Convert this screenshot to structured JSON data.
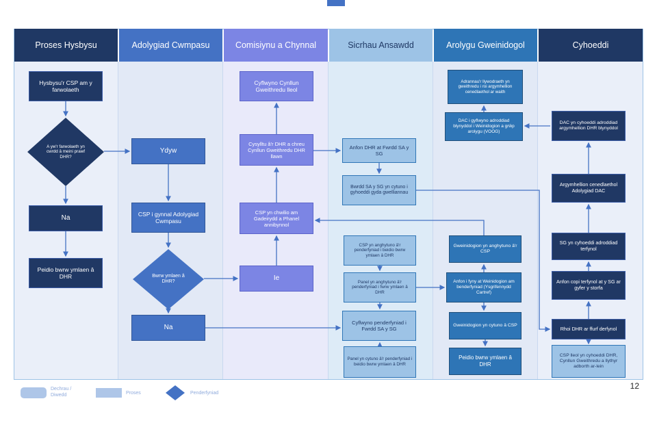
{
  "page": {
    "number": "12"
  },
  "colors": {
    "navy": "#1F3864",
    "blue": "#4472C4",
    "periwinkle": "#7C85E4",
    "light_blue": "#9DC3E6",
    "medium_blue": "#2E75B6",
    "arrow": "#4472C4"
  },
  "lanes": [
    {
      "label": "Proses Hysbysu"
    },
    {
      "label": "Adolygiad Cwmpasu"
    },
    {
      "label": "Comisiynu a Chynnal"
    },
    {
      "label": "Sicrhau Ansawdd"
    },
    {
      "label": "Arolygu Gweinidogol"
    },
    {
      "label": "Cyhoeddi"
    }
  ],
  "nodes": {
    "notify_csp": "Hysbysu'r CSP am y farwolaeth",
    "meets_criteria": "A yw'r farwolaeth yn cwrdd â meini prawf DHR?",
    "na1": "Na",
    "no_dhr1": "Peidio bwrw ymlaen â DHR",
    "ydyw": "Ydyw",
    "scoping": "CSP i gynnal Adolygiad Cwmpasu",
    "proceed_q": "Bwrw ymlaen â DHR?",
    "na2": "Na",
    "ie": "Ie",
    "local_plan": "Cyflwyno Cynllun Gweithredu lleol",
    "contact_dhr": "Cysylltu â'r DHR a chreu Cynllun Gweithredu DHR llawn",
    "chair_panel": "CSP yn chwilio am Gadeirydd a Phanel annibynnol",
    "send_dhr_sa": "Anfon DHR at Fwrdd SA y SG",
    "sa_agree": "Bwrdd SA y SG yn cytuno i gyhoeddi gyda gwelliannau",
    "csp_disagree": "CSP yn anghytuno â'r penderfyniad i beidio bwrw ymlaen â DHR",
    "panel_disagree": "Panel yn anghytuno â'r penderfyniad i fwrw ymlaen â DHR",
    "submit_decision": "Cyflwyno penderfyniad i Fwrdd SA y SG",
    "panel_agree": "Panel yn cytuno â'r penderfyniad i beidio bwrw ymlaen â DHR",
    "gov_depts": "Adrannau'r llywodraeth yn gweithredu i roi argymhellion cenedlaethol ar waith",
    "dac_annual": "DAC i gyflwyno adroddiad blynyddol i Weinidogion a grŵp arolygu (VOOG)",
    "ministers_disagree": "Gweinidogion yn anghytuno â'r CSP",
    "escalate": "Anfon i fyny at Weinidogion am benderfyniad (Ysgrifennydd Cartref)",
    "ministers_agree": "Gweinidogion yn cytuno â CSP",
    "no_dhr2": "Peidio bwrw ymlaen â DHR",
    "dac_publish": "DAC yn cyhoeddi adroddiad argymhellion DHR blynyddol",
    "dac_recs": "Argymhellion cenedlaethol Adolygiad DAC",
    "sg_publish": "SG yn cyhoeddi adroddiad terfynol",
    "send_copy": "Anfon copi terfynol at y SG ar gyfer y storfa",
    "final_form": "Rhoi DHR ar ffurf derfynol",
    "csp_publish": "CSP lleol yn cyhoeddi DHR, Cynllun Gweithredu a llythyr adborth ar-lein"
  },
  "edges": [
    {
      "from": "notify_csp",
      "to": "meets_criteria"
    },
    {
      "from": "meets_criteria",
      "to": "na1"
    },
    {
      "from": "na1",
      "to": "no_dhr1"
    },
    {
      "from": "meets_criteria",
      "to": "ydyw"
    },
    {
      "from": "ydyw",
      "to": "scoping"
    },
    {
      "from": "scoping",
      "to": "proceed_q"
    },
    {
      "from": "proceed_q",
      "to": "na2"
    },
    {
      "from": "proceed_q",
      "to": "ie"
    },
    {
      "from": "ie",
      "to": "chair_panel"
    },
    {
      "from": "chair_panel",
      "to": "contact_dhr"
    },
    {
      "from": "contact_dhr",
      "to": "local_plan"
    },
    {
      "from": "contact_dhr",
      "to": "send_dhr_sa"
    },
    {
      "from": "send_dhr_sa",
      "to": "sa_agree"
    },
    {
      "from": "csp_disagree",
      "to": "panel_disagree"
    },
    {
      "from": "panel_disagree",
      "to": "submit_decision"
    },
    {
      "from": "panel_agree",
      "to": "submit_decision"
    },
    {
      "from": "na2",
      "to": "submit_decision"
    },
    {
      "from": "panel_disagree",
      "to": "escalate"
    },
    {
      "from": "escalate",
      "to": "ministers_disagree"
    },
    {
      "from": "escalate",
      "to": "ministers_agree"
    },
    {
      "from": "ministers_agree",
      "to": "no_dhr2"
    },
    {
      "from": "ministers_disagree",
      "to": "chair_panel"
    },
    {
      "from": "sa_agree",
      "to": "final_form"
    },
    {
      "from": "final_form",
      "to": "send_copy"
    },
    {
      "from": "send_copy",
      "to": "sg_publish"
    },
    {
      "from": "sg_publish",
      "to": "dac_recs"
    },
    {
      "from": "dac_recs",
      "to": "dac_publish"
    },
    {
      "from": "final_form",
      "to": "csp_publish"
    },
    {
      "from": "dac_publish",
      "to": "dac_annual"
    },
    {
      "from": "dac_annual",
      "to": "gov_depts"
    }
  ],
  "legend": {
    "start_end": "Dechrau / Diwedd",
    "process": "Proses",
    "decision": "Penderfyniad"
  }
}
